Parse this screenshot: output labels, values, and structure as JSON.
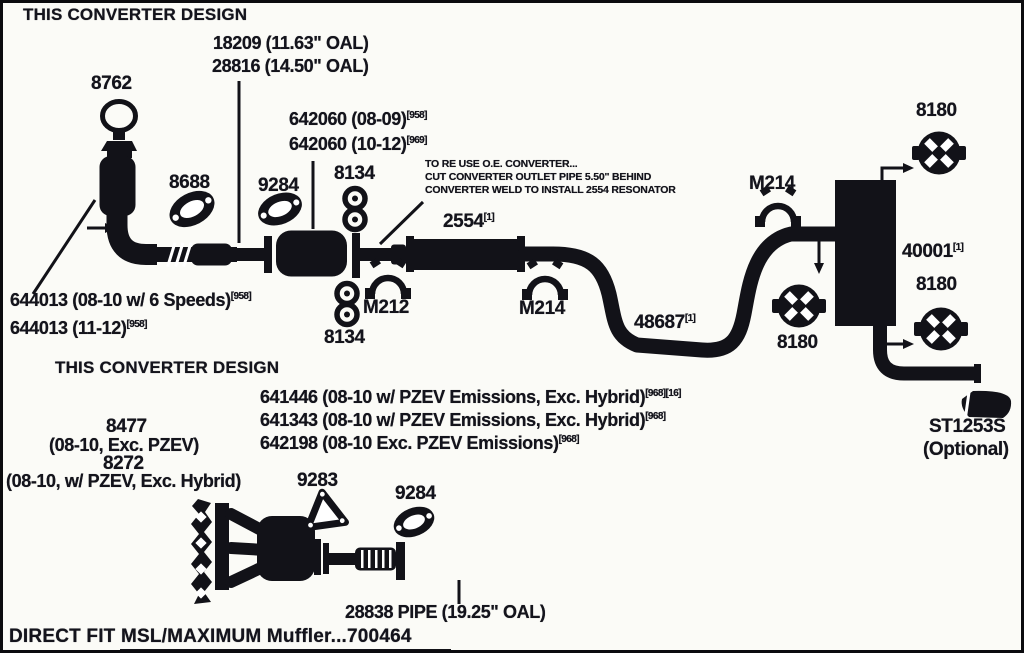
{
  "colors": {
    "ink": "#121218",
    "paper": "#fbfbf7"
  },
  "headings": {
    "top": "THIS CONVERTER DESIGN",
    "bottom": "THIS CONVERTER DESIGN",
    "footer": "DIRECT FIT MSL/MAXIMUM Muffler...700464"
  },
  "note": {
    "line1": "TO RE USE O.E. CONVERTER...",
    "line2": "CUT CONVERTER OUTLET PIPE 5.50\" BEHIND",
    "line3": "CONVERTER WELD TO INSTALL 2554 RESONATOR"
  },
  "labels": {
    "oal1": {
      "text": "18209 (11.63\" OAL)"
    },
    "oal2": {
      "text": "28816 (14.50\" OAL)"
    },
    "p8762": {
      "text": "8762"
    },
    "conv0809": {
      "text": "642060 (08-09)",
      "sup": "[958]"
    },
    "conv1012": {
      "text": "642060 (10-12)",
      "sup": "[969]"
    },
    "g8688": {
      "text": "8688"
    },
    "g9284a": {
      "text": "9284"
    },
    "c8134a": {
      "text": "8134"
    },
    "res2554": {
      "text": "2554",
      "sup": "[1]"
    },
    "m214a": {
      "text": "M214"
    },
    "h8180a": {
      "text": "8180"
    },
    "muf40001": {
      "text": "40001",
      "sup": "[1]"
    },
    "h8180b": {
      "text": "8180"
    },
    "m212": {
      "text": "M212"
    },
    "m214b": {
      "text": "M214"
    },
    "c8134b": {
      "text": "8134"
    },
    "pipe48687": {
      "text": "48687",
      "sup": "[1]"
    },
    "h8180c": {
      "text": "8180"
    },
    "conv644013a": {
      "text": "644013 (08-10 w/ 6 Speeds)",
      "sup": "[958]"
    },
    "conv644013b": {
      "text": "644013 (11-12)",
      "sup": "[958]"
    },
    "conv641446": {
      "text": "641446 (08-10 w/ PZEV Emissions, Exc. Hybrid)",
      "sup": "[968][16]"
    },
    "conv641343": {
      "text": "641343 (08-10 w/ PZEV Emissions, Exc. Hybrid)",
      "sup": "[968]"
    },
    "conv642198": {
      "text": "642198 (08-10 Exc. PZEV Emissions)",
      "sup": "[968]"
    },
    "p8477": {
      "text": "8477"
    },
    "p8477sub": {
      "text": "(08-10, Exc. PZEV)"
    },
    "p8272": {
      "text": "8272"
    },
    "p8272sub": {
      "text": "(08-10, w/ PZEV, Exc. Hybrid)"
    },
    "g9283": {
      "text": "9283"
    },
    "g9284b": {
      "text": "9284"
    },
    "pipe28838": {
      "text": "28838 PIPE (19.25\" OAL)"
    },
    "st1253s": {
      "text": "ST1253S"
    },
    "st1253sSub": {
      "text": "(Optional)"
    }
  }
}
